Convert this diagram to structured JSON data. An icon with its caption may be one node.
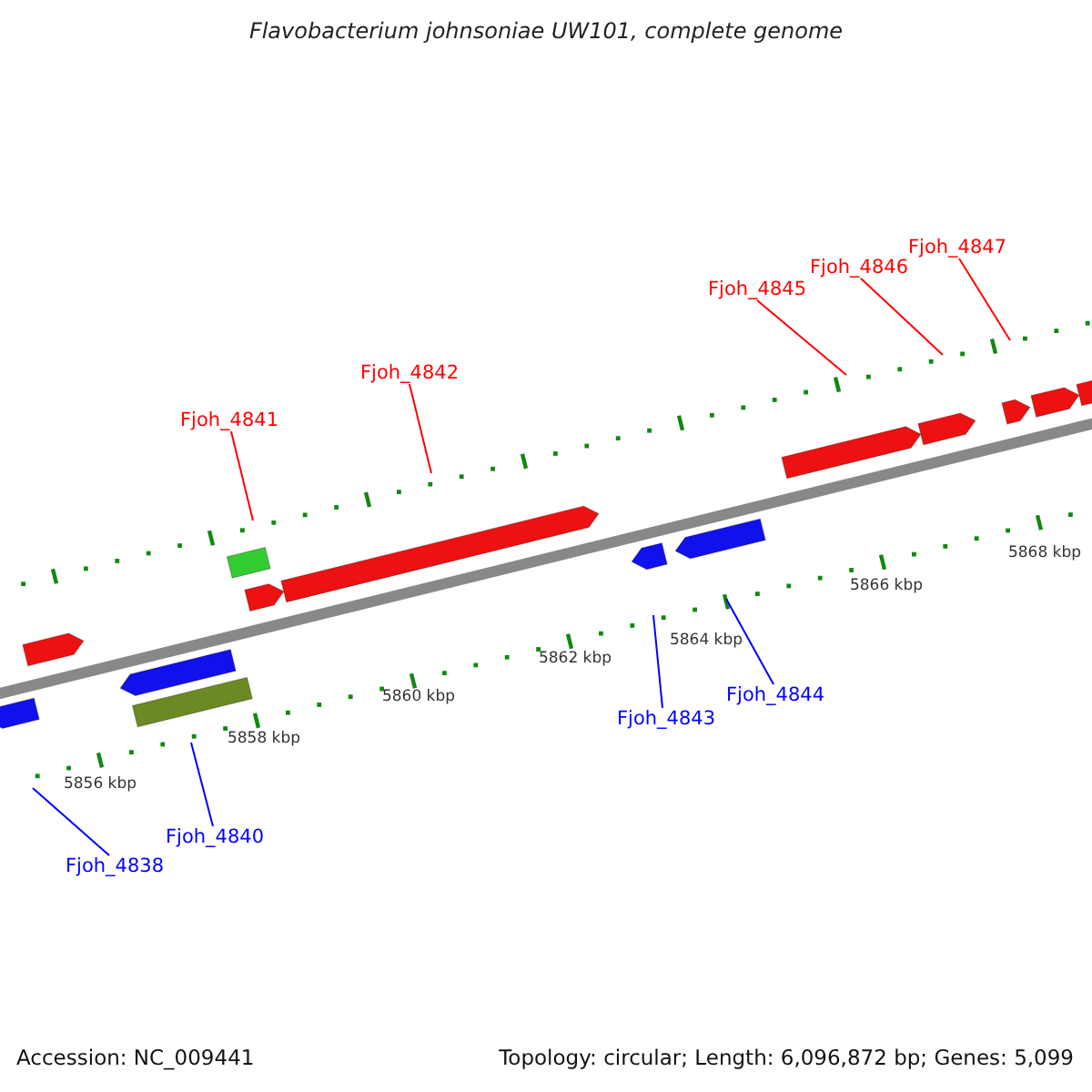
{
  "diagram": {
    "title": "Flavobacterium johnsoniae UW101, complete genome",
    "nodes": [
      {
        "text": [
          "Fjoh_4847"
        ]
      },
      {
        "text": [
          "Fjoh_4846"
        ]
      },
      {
        "text": [
          "Fjoh_4845"
        ]
      },
      {
        "text": [
          "Fjoh_4842"
        ]
      },
      {
        "text": [
          "Fjoh_4841"
        ]
      },
      {
        "text": [
          "Fjoh_4844"
        ]
      },
      {
        "text": [
          "Fjoh_4843"
        ]
      },
      {
        "text": [
          "Fjoh_4840"
        ]
      },
      {
        "text": [
          "Fjoh_4838"
        ]
      }
    ],
    "edges": [
      {
        "from": 0,
        "to": null,
        "arrow": "none"
      },
      {
        "from": 1,
        "to": null,
        "arrow": "none"
      },
      {
        "from": 2,
        "to": null,
        "arrow": "none"
      },
      {
        "from": 3,
        "to": null,
        "arrow": "none"
      },
      {
        "from": 4,
        "to": null,
        "arrow": "none"
      },
      {
        "from": 5,
        "to": null,
        "arrow": "none",
        "color": "#0000ff"
      },
      {
        "from": 6,
        "to": null,
        "arrow": "none",
        "color": "#0000ff"
      },
      {
        "from": 7,
        "to": null,
        "arrow": "none",
        "color": "#0000ff"
      },
      {
        "from": 8,
        "to": null,
        "arrow": "none",
        "color": "#0000ff"
      }
    ],
    "labels": [
      "5868 kbp",
      "5866 kbp",
      "5864 kbp",
      "5862 kbp",
      "5860 kbp",
      "5858 kbp",
      "5856 kbp",
      "Accession: NC_009441",
      "Topology: circular; Length: 6,096,872 bp; Genes: 5,099"
    ]
  }
}
